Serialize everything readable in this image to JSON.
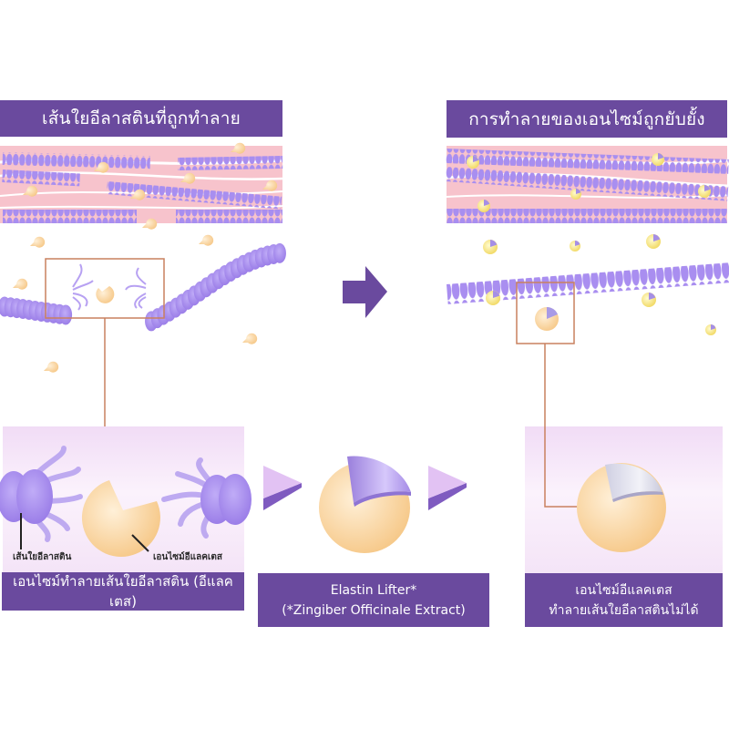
{
  "left_section": {
    "title": "เส้นใยอีลาสตินที่ถูกทำลาย",
    "detail_labels": {
      "fiber": "เส้นใยอีลาสติน",
      "enzyme": "เอนไซม์อีแลคเตส"
    },
    "caption": "เอนไซม์ทำลายเส้นใยอีลาสติน (อีแลคเตส)"
  },
  "middle_section": {
    "caption_line1": "Elastin Lifter*",
    "caption_line2": "(*Zingiber Officinale Extract)"
  },
  "right_section": {
    "title": "การทำลายของเอนไซม์ถูกยับยั้ง",
    "caption_line1": "เอนไซม์อีแลคเตส",
    "caption_line2": "ทำลายเส้นใยอีลาสตินไม่ได้"
  },
  "icons": {
    "transition_arrow": "right-arrow-icon",
    "step_arrow": "play-triangle-icon"
  },
  "colors": {
    "brand_purple": "#6a4a9e",
    "fiber_lavender": "#a98ef0",
    "skin_pink": "#f7c3cc",
    "enzyme_orange": "#f8cf8a",
    "enzyme_yellow": "#f6e27a",
    "connector": "#c9805f"
  }
}
